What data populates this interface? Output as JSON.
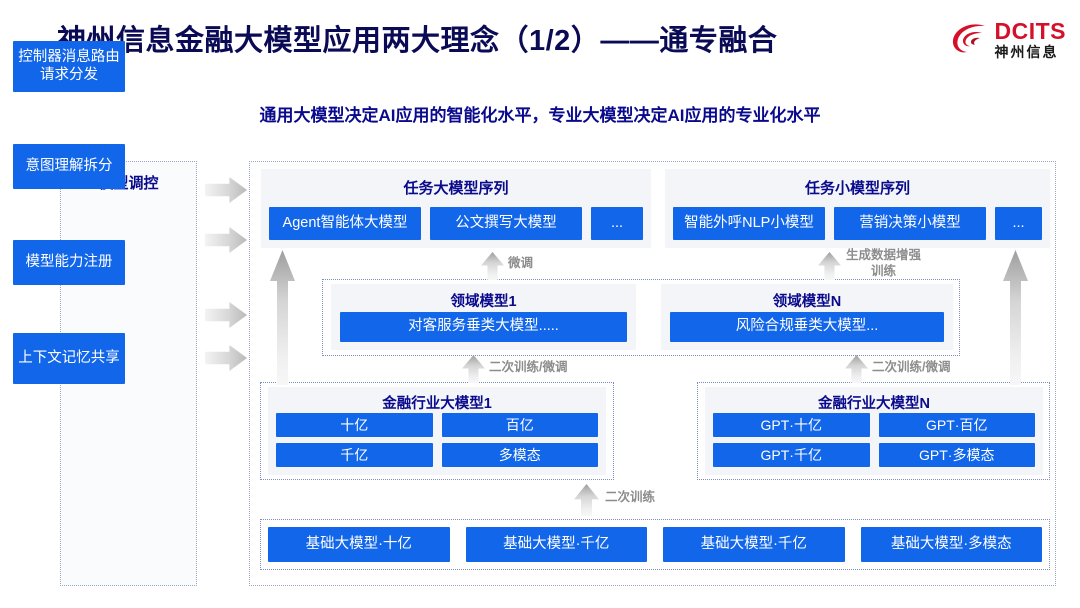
{
  "header": {
    "title": "神州信息金融大模型应用两大理念（1/2）——通专融合",
    "subtitle": "通用大模型决定AI应用的智能化水平，专业大模型决定AI应用的专业化水平",
    "logo_en": "DCITS",
    "logo_cn": "神州信息",
    "accent_colors": {
      "title_blue": "#0a0a55",
      "chip_blue": "#1166ea",
      "logo_red": "#d4102a",
      "rule_dark": "#0a0a6e",
      "rule_mid": "#0d4fd6",
      "rule_light": "#27a9f0",
      "panel_fill": "#f4f5f8",
      "arrow_grey": "#c9c9c9"
    }
  },
  "control_panel": {
    "title": "模型调控",
    "items": [
      {
        "label": "控制器消息路由请求分发"
      },
      {
        "label": "意图理解拆分"
      },
      {
        "label": "模型能力注册"
      },
      {
        "label": "上下文记忆共享"
      }
    ]
  },
  "task_sequences": [
    {
      "title": "任务大模型序列",
      "models": [
        "Agent智能体大模型",
        "公文撰写大模型",
        "..."
      ]
    },
    {
      "title": "任务小模型序列",
      "models": [
        "智能外呼NLP小模型",
        "营销决策小模型",
        "..."
      ]
    }
  ],
  "domain_models": [
    {
      "title": "领域模型1",
      "model": "对客服务垂类大模型....."
    },
    {
      "title": "领域模型N",
      "model": "风险合规垂类大模型..."
    }
  ],
  "industry_models": [
    {
      "title": "金融行业大模型1",
      "cells": [
        "十亿",
        "百亿",
        "千亿",
        "多模态"
      ]
    },
    {
      "title": "金融行业大模型N",
      "cells": [
        "GPT·十亿",
        "GPT·百亿",
        "GPT·千亿",
        "GPT·多模态"
      ]
    }
  ],
  "base_models": [
    "基础大模型·十亿",
    "基础大模型·千亿",
    "基础大模型·千亿",
    "基础大模型·多模态"
  ],
  "arrow_labels": {
    "fine_tune_left": "微调",
    "data_augment_right": "生成数据增强训练",
    "retrain_left": "二次训练/微调",
    "retrain_right": "二次训练/微调",
    "second_train": "二次训练"
  }
}
